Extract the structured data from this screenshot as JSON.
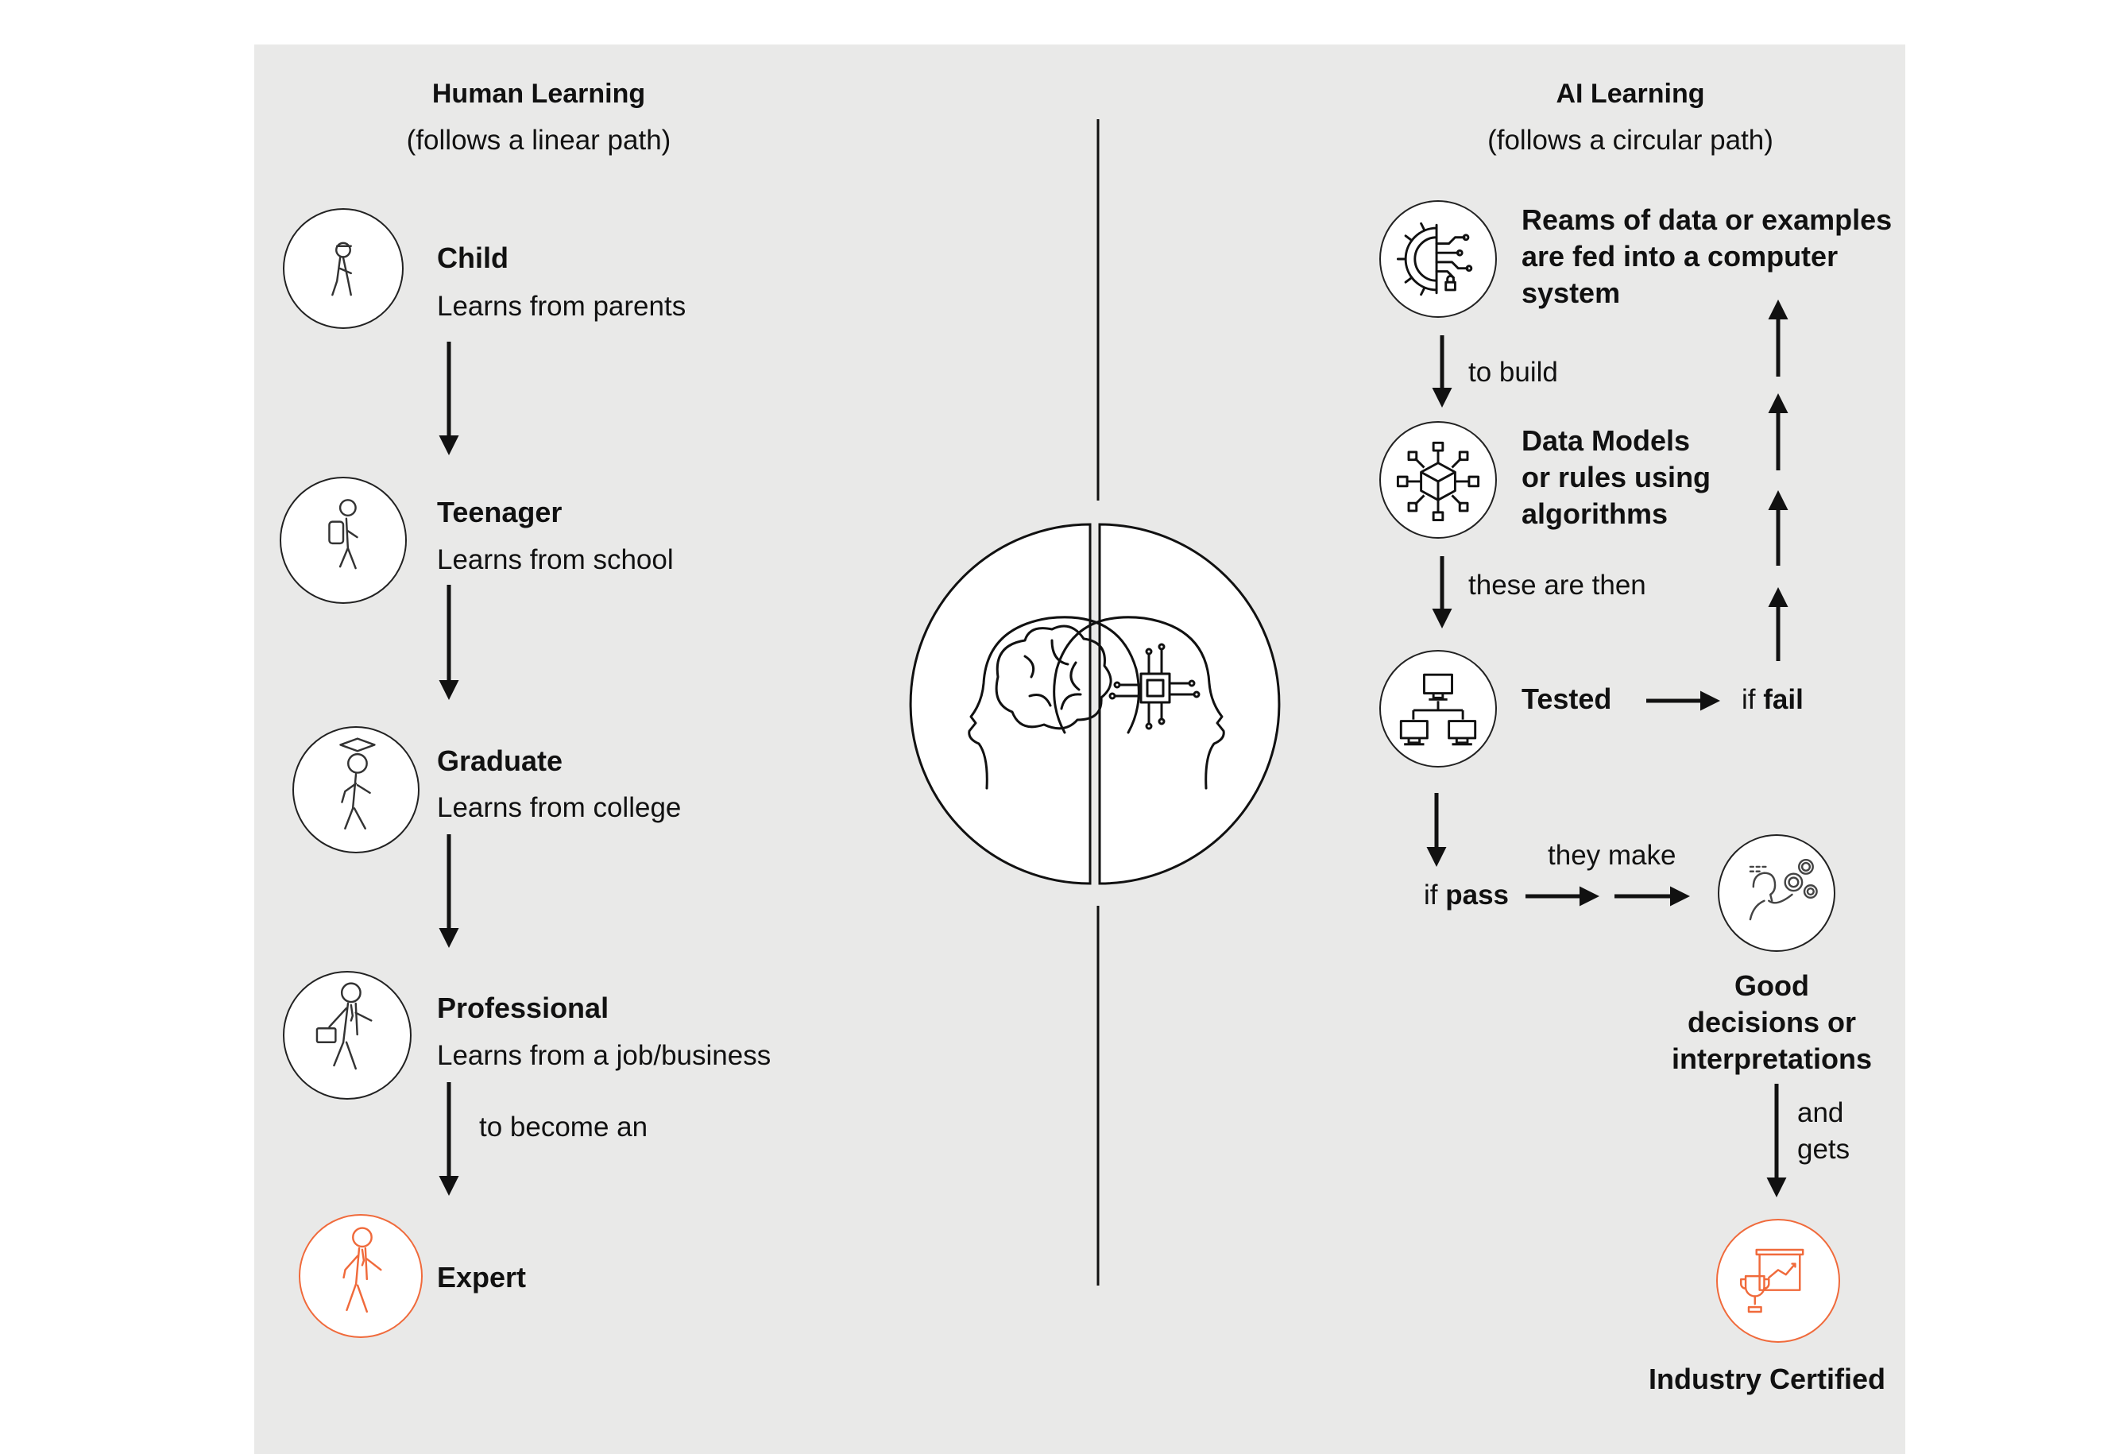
{
  "human": {
    "title": "Human Learning",
    "subtitle": "(follows a linear path)",
    "stages": [
      {
        "label": "Child",
        "desc": "Learns from parents",
        "icon": "child-walking-icon"
      },
      {
        "label": "Teenager",
        "desc": "Learns from school",
        "icon": "teenager-backpack-icon"
      },
      {
        "label": "Graduate",
        "desc": "Learns from college",
        "icon": "graduate-cap-icon"
      },
      {
        "label": "Professional",
        "desc": "Learns from a job/business",
        "icon": "professional-briefcase-icon"
      },
      {
        "label": "Expert",
        "desc": "",
        "icon": "expert-person-icon"
      }
    ],
    "connector_text": "to become an"
  },
  "ai": {
    "title": "AI Learning",
    "subtitle": "(follows a circular path)",
    "data_step": {
      "lines": [
        "Reams of data or examples",
        "are fed into a computer",
        "system"
      ],
      "icon": "ai-gear-circuit-icon"
    },
    "to_build": "to build",
    "model_step": {
      "lines": [
        "Data Models",
        "or rules using",
        "algorithms"
      ],
      "icon": "network-cube-icon"
    },
    "these_are_then": "these are then",
    "tested": {
      "label": "Tested",
      "icon": "computer-network-icon"
    },
    "if_fail": {
      "prefix": "if ",
      "bold": "fail"
    },
    "if_pass": {
      "prefix": "if ",
      "bold": "pass"
    },
    "they_make": "they make",
    "decisions": {
      "lines": [
        "Good",
        "decisions or",
        "interpretations"
      ],
      "icon": "thinking-gears-icon"
    },
    "and_gets": [
      "and",
      "gets"
    ],
    "certified": {
      "label": "Industry Certified",
      "icon": "trophy-presentation-icon"
    }
  },
  "center": {
    "icon": "brain-vs-chip-heads-icon"
  },
  "colors": {
    "panel": "#e9e9e8",
    "accent": "#f06a3b",
    "ink": "#111111"
  }
}
